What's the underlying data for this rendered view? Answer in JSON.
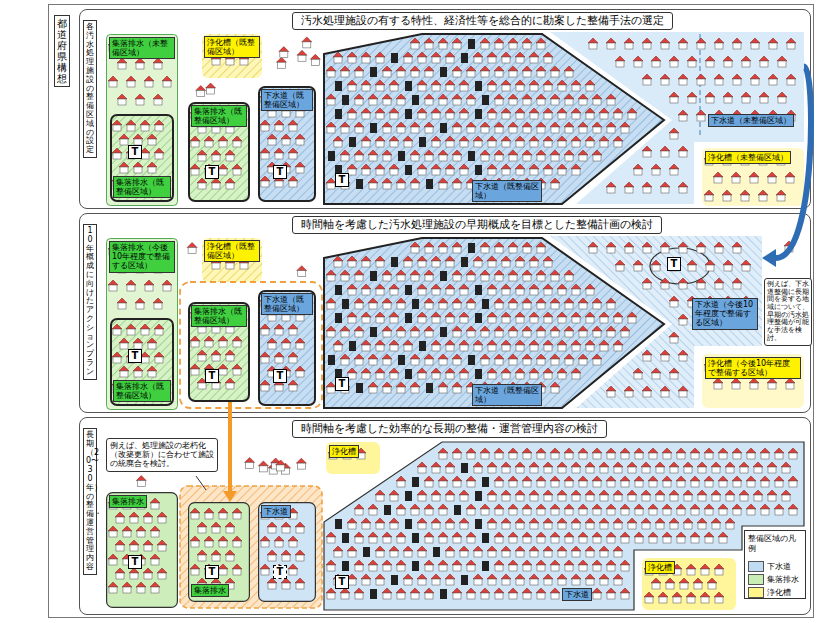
{
  "diagram": {
    "nodes": [
      {
        "text": [
          "都道府県構想"
        ]
      },
      {
        "text": [
          "汚水処理施設の有する特性、経済性等を総合的に勘案した整備手法の選定",
          "各汚水処理施設の整備区域の設定"
        ],
        "in": 0
      },
      {
        "text": [
          "浄化槽（既整備区域）"
        ],
        "in": 1
      },
      {
        "text": [
          "集落排水（未整備区域）"
        ],
        "in": 1
      },
      {
        "text": [
          "集落排水（既整備区域）"
        ],
        "in": 3
      },
      {
        "text": [
          "集落排水（既整備区域）"
        ],
        "in": 1
      },
      {
        "text": [
          "下水道（既整備区域）"
        ],
        "in": 1
      },
      {
        "text": [
          "下水道（既整備区域）"
        ],
        "in": 1
      },
      {
        "text": [
          "下水道（未整備区域）"
        ],
        "in": 1
      },
      {
        "text": [
          "浄化槽（未整備区域）"
        ],
        "in": 1
      },
      {
        "text": [
          "時間軸を考慮した汚水処理施設の早期概成を目標とした整備計画の検討",
          "10年概成に向けたアクションプラン"
        ],
        "in": 0
      },
      {
        "text": [
          "浄化槽（既整備区域）"
        ],
        "in": 10
      },
      {
        "text": [
          "集落排水（今後10年程度で整備する区域）"
        ],
        "in": 10
      },
      {
        "text": [
          "集落排水（既整備区域）"
        ],
        "in": 12
      },
      {
        "text": [
          "集落排水（既整備区域）"
        ],
        "in": 10
      },
      {
        "text": [
          "下水道（既整備区域）"
        ],
        "in": 10
      },
      {
        "text": [
          "下水道（今後10年程度で整備する区域）"
        ],
        "in": 10
      },
      {
        "text": [
          "下水道（既整備区域）"
        ],
        "in": 10
      },
      {
        "text": [
          "浄化槽（今後10年程度で整備する区域）"
        ],
        "in": 10
      },
      {
        "text": [
          "例えば、下水道整備に長期間を要する地域について、早期の汚水処理整備が可能な手法を検討。"
        ],
        "in": 10
      },
      {
        "text": [
          "時間軸を考慮した効率的な長期の整備・運営管理内容の検討",
          "長期（20〜30年）の整備・運営管理内容"
        ],
        "in": 0
      },
      {
        "text": [
          "例えば、処理施設の老朽化（改築更新）に合わせて施設の統廃合を検討。"
        ],
        "in": 20
      },
      {
        "text": [
          "浄化槽"
        ],
        "in": 20
      },
      {
        "text": [
          "集落排水"
        ],
        "in": 20
      },
      {
        "text": [
          "集落排水"
        ],
        "in": 20
      },
      {
        "text": [
          "下水道"
        ],
        "in": 20
      },
      {
        "text": [
          "下水道"
        ],
        "in": 20
      },
      {
        "text": [
          "浄化槽"
        ],
        "in": 20
      }
    ],
    "edges": [
      {
        "from": 8,
        "to": 16,
        "arrow": "to"
      },
      {
        "from": 14,
        "to": 24,
        "arrow": "to"
      }
    ],
    "labels": [
      "T",
      "T",
      "T",
      "T",
      "T",
      "T",
      "T",
      "T",
      "T",
      "T",
      "T",
      "T",
      "T",
      "整備区域の凡例"
    ],
    "legend": [
      {
        "text": "下水道",
        "color": "#bfdcf2"
      },
      {
        "text": "集落排水",
        "color": "#c8eeb4"
      },
      {
        "text": "浄化槽",
        "color": "#fff68a"
      }
    ]
  }
}
